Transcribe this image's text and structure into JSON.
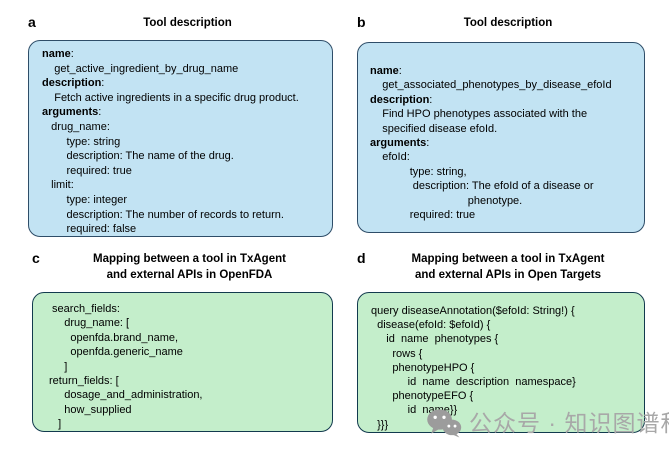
{
  "colors": {
    "blue": {
      "fill": "#c2e3f3",
      "border": "#2e4d68"
    },
    "green": {
      "fill": "#c4eecb",
      "border": "#123a4e"
    }
  },
  "panels": [
    {
      "label": "a",
      "variant": "blue",
      "title_lines": [
        "Tool description"
      ],
      "lines": [
        [
          [
            "name",
            1
          ],
          [
            ":",
            0
          ]
        ],
        [
          [
            "    get_active_ingredient_by_drug_name",
            0
          ]
        ],
        [
          [
            "description",
            1
          ],
          [
            ":",
            0
          ]
        ],
        [
          [
            "    Fetch active ingredients in a specific drug product.",
            0
          ]
        ],
        [
          [
            "arguments",
            1
          ],
          [
            ":",
            0
          ]
        ],
        [
          [
            "   drug_name:",
            0
          ]
        ],
        [
          [
            "        type: string",
            0
          ]
        ],
        [
          [
            "        description: The name of the drug.",
            0
          ]
        ],
        [
          [
            "        required: true",
            0
          ]
        ],
        [
          [
            "   limit:",
            0
          ]
        ],
        [
          [
            "        type: integer",
            0
          ]
        ],
        [
          [
            "        description: The number of records to return.",
            0
          ]
        ],
        [
          [
            "        required: false",
            0
          ]
        ]
      ]
    },
    {
      "label": "b",
      "variant": "blue",
      "title_lines": [
        "Tool description"
      ],
      "lines": [
        [
          [
            "name",
            1
          ],
          [
            ":",
            0
          ]
        ],
        [
          [
            "    get_associated_phenotypes_by_disease_efoId",
            0
          ]
        ],
        [
          [
            "description",
            1
          ],
          [
            ":",
            0
          ]
        ],
        [
          [
            "    Find HPO phenotypes associated with the",
            0
          ]
        ],
        [
          [
            "    specified disease efoId.",
            0
          ]
        ],
        [
          [
            "arguments",
            1
          ],
          [
            ":",
            0
          ]
        ],
        [
          [
            "    efoId:",
            0
          ]
        ],
        [
          [
            "             type: string,",
            0
          ]
        ],
        [
          [
            "              description: The efoId of a disease or",
            0
          ]
        ],
        [
          [
            "                                phenotype.",
            0
          ]
        ],
        [
          [
            "             required: true",
            0
          ]
        ]
      ]
    },
    {
      "label": "c",
      "variant": "green",
      "title_lines": [
        "Mapping between a tool in TxAgent",
        "and external APIs in OpenFDA"
      ],
      "lines": [
        [
          [
            " search_fields:",
            0
          ]
        ],
        [
          [
            "     drug_name: [",
            0
          ]
        ],
        [
          [
            "       openfda.brand_name,",
            0
          ]
        ],
        [
          [
            "       openfda.generic_name",
            0
          ]
        ],
        [
          [
            "     ]",
            0
          ]
        ],
        [
          [
            "return_fields: [",
            0
          ]
        ],
        [
          [
            "     dosage_and_administration,",
            0
          ]
        ],
        [
          [
            "     how_supplied",
            0
          ]
        ],
        [
          [
            "   ]",
            0
          ]
        ]
      ]
    },
    {
      "label": "d",
      "variant": "green",
      "title_lines": [
        "Mapping between a tool in TxAgent",
        "and external APIs in Open Targets"
      ],
      "lines": [
        [
          [
            "query diseaseAnnotation($efoId: String!) {",
            0
          ]
        ],
        [
          [
            "  disease(efoId: $efoId) {",
            0
          ]
        ],
        [
          [
            "     id  name  phenotypes {",
            0
          ]
        ],
        [
          [
            "       rows {",
            0
          ]
        ],
        [
          [
            "       phenotypeHPO {",
            0
          ]
        ],
        [
          [
            "            id  name  description  namespace}",
            0
          ]
        ],
        [
          [
            "       phenotypeEFO {",
            0
          ]
        ],
        [
          [
            "            id  name}}",
            0
          ]
        ],
        [
          [
            "  }}}",
            0
          ]
        ]
      ]
    }
  ],
  "watermark": {
    "icon": "wechat-icon",
    "text": "公众号 · 知识图谱科技",
    "color": "#a8a8a8"
  }
}
